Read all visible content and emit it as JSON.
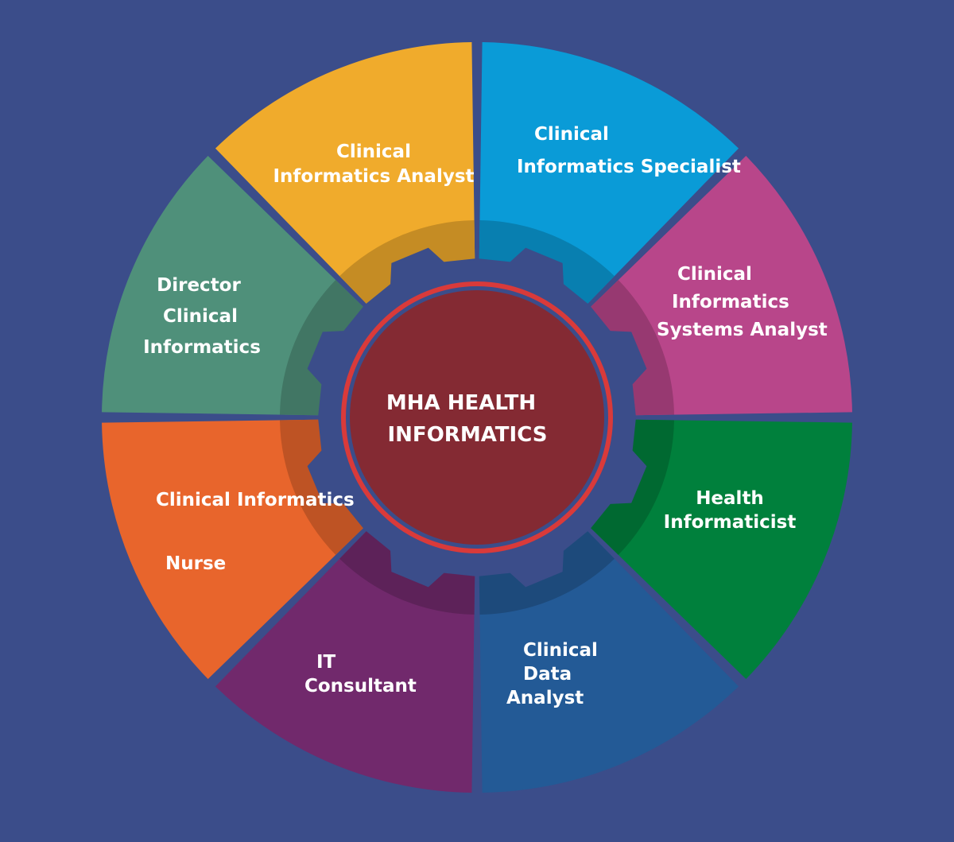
{
  "colors": {
    "background": "#3b4d8a",
    "center_fill": "#842a33",
    "center_ring": "#d93a3a",
    "gear": "#3b4d8a"
  },
  "center": {
    "line1": "MHA HEALTH",
    "line2": "INFORMATICS"
  },
  "segments": [
    {
      "id": "clinical-informatics-analyst",
      "color": "#f0ab2c",
      "lines": [
        "Clinical",
        "Informatics Analyst"
      ]
    },
    {
      "id": "clinical-informatics-specialist",
      "color": "#0a9bd7",
      "lines": [
        "Clinical",
        "Informatics Specialist"
      ]
    },
    {
      "id": "clinical-informatics-systems-analyst",
      "color": "#b8468a",
      "lines": [
        "Clinical",
        "Informatics",
        "Systems Analyst"
      ]
    },
    {
      "id": "health-informaticist",
      "color": "#00803c",
      "lines": [
        "Health",
        "Informaticist"
      ]
    },
    {
      "id": "clinical-data-analyst",
      "color": "#235a96",
      "lines": [
        "Clinical",
        "Data",
        "Analyst"
      ]
    },
    {
      "id": "it-consultant",
      "color": "#71296c",
      "lines": [
        "IT",
        "Consultant"
      ]
    },
    {
      "id": "clinical-informatics-nurse",
      "color": "#e8652c",
      "lines": [
        "Clinical Informatics",
        "Nurse"
      ]
    },
    {
      "id": "director-clinical-informatics",
      "color": "#4f907a",
      "lines": [
        "Director",
        "Clinical",
        "Informatics"
      ]
    }
  ]
}
